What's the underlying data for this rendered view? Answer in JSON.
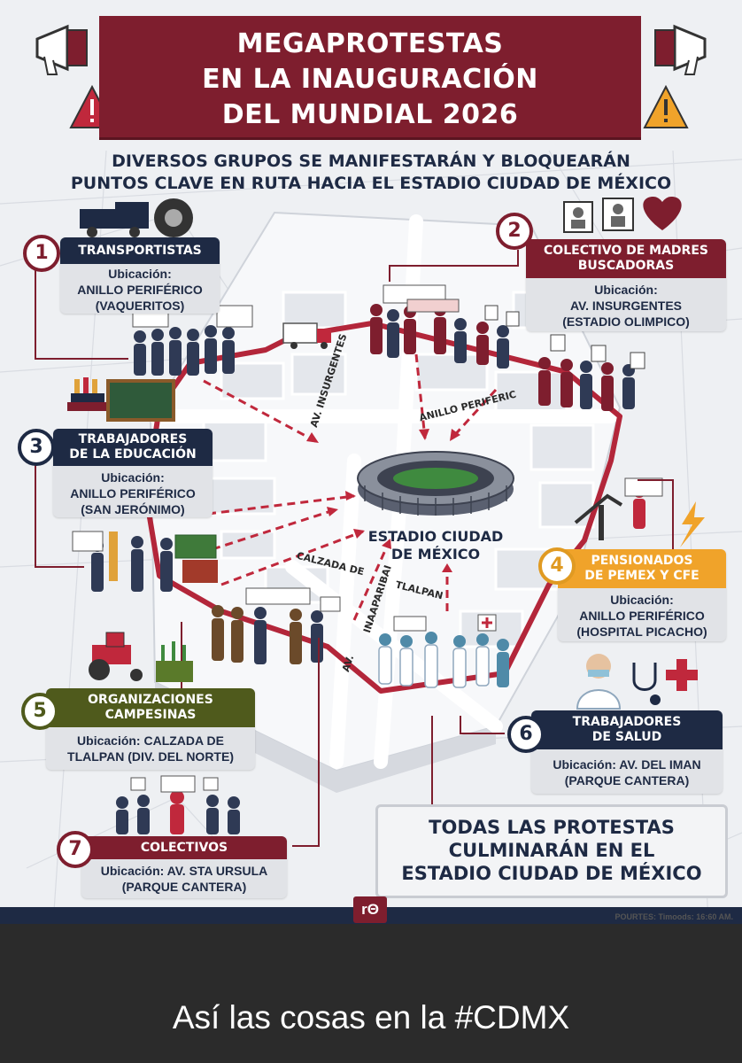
{
  "title": {
    "line1": "MEGAPROTESTAS",
    "line2": "EN LA INAUGURACIÓN",
    "line3": "DEL MUNDIAL 2026"
  },
  "subtitle": {
    "line1": "DIVERSOS GRUPOS SE MANIFESTARÁN Y BLOQUEARÁN",
    "line2": "PUNTOS CLAVE EN RUTA HACIA EL ESTADIO CIUDAD DE MÉXICO"
  },
  "groups": [
    {
      "number": "1",
      "name": "TRANSPORTISTAS",
      "location_lines": [
        "Ubicación:",
        "ANILLO PERIFÉRICO",
        "(VAQUERITOS)"
      ]
    },
    {
      "number": "2",
      "name_lines": [
        "COLECTIVO DE MADRES",
        "BUSCADORAS"
      ],
      "location_lines": [
        "Ubicación:",
        "AV. INSURGENTES",
        "(ESTADIO OLIMPICO)"
      ]
    },
    {
      "number": "3",
      "name_lines": [
        "TRABAJADORES",
        "DE LA EDUCACIÓN"
      ],
      "location_lines": [
        "Ubicación:",
        "ANILLO PERIFÉRICO",
        "(SAN JERÓNIMO)"
      ]
    },
    {
      "number": "4",
      "name_lines": [
        "PENSIONADOS",
        "DE PEMEX Y CFE"
      ],
      "location_lines": [
        "Ubicación:",
        "ANILLO PERIFÉRICO",
        "(HOSPITAL PICACHO)"
      ]
    },
    {
      "number": "5",
      "name_lines": [
        "ORGANIZACIONES",
        "CAMPESINAS"
      ],
      "location_lines": [
        "Ubicación: CALZADA DE",
        "TLALPAN (DIV. DEL NORTE)"
      ]
    },
    {
      "number": "6",
      "name_lines": [
        "TRABAJADORES",
        "DE SALUD"
      ],
      "location_lines": [
        "Ubicación: AV. DEL IMAN",
        "(PARQUE CANTERA)"
      ]
    },
    {
      "number": "7",
      "name": "COLECTIVOS",
      "location_lines": [
        "Ubicación: AV. STA URSULA",
        "(PARQUE CANTERA)"
      ]
    }
  ],
  "map": {
    "streets": {
      "insurgentes": "AV. INSURGENTES",
      "periferico": "ANILLO PERIFERIC",
      "calzada": "CALZADA DE",
      "tlalpan": "TLALPAN",
      "av": "AV.",
      "nabarib": "INAAPARIBAI"
    },
    "stadium_lines": [
      "ESTADIO CIUDAD",
      "DE MÉXICO"
    ]
  },
  "final_message": [
    "TODAS LAS PROTESTAS",
    "CULMINARÁN EN EL",
    "ESTADIO CIUDAD DE MÉXICO"
  ],
  "logo": "rΘ",
  "credit": "POURTES: Timoods: 16:60 AM.",
  "caption": "Así las cosas en la #CDMX",
  "colors": {
    "maroon": "#7e1e2e",
    "navy": "#1e2a44",
    "olive": "#4f5a1c",
    "orange": "#f0a32a",
    "route_red": "#b3263a"
  },
  "icons": [
    "megaphone-icon",
    "warning-icon",
    "truck-icon",
    "tire-icon",
    "books-icon",
    "chalkboard-icon",
    "portrait-icon",
    "heart-icon",
    "oil-pump-icon",
    "lightning-icon",
    "tractor-icon",
    "crops-icon",
    "doctor-icon",
    "stethoscope-icon",
    "medical-cross-icon",
    "stadium-icon"
  ]
}
